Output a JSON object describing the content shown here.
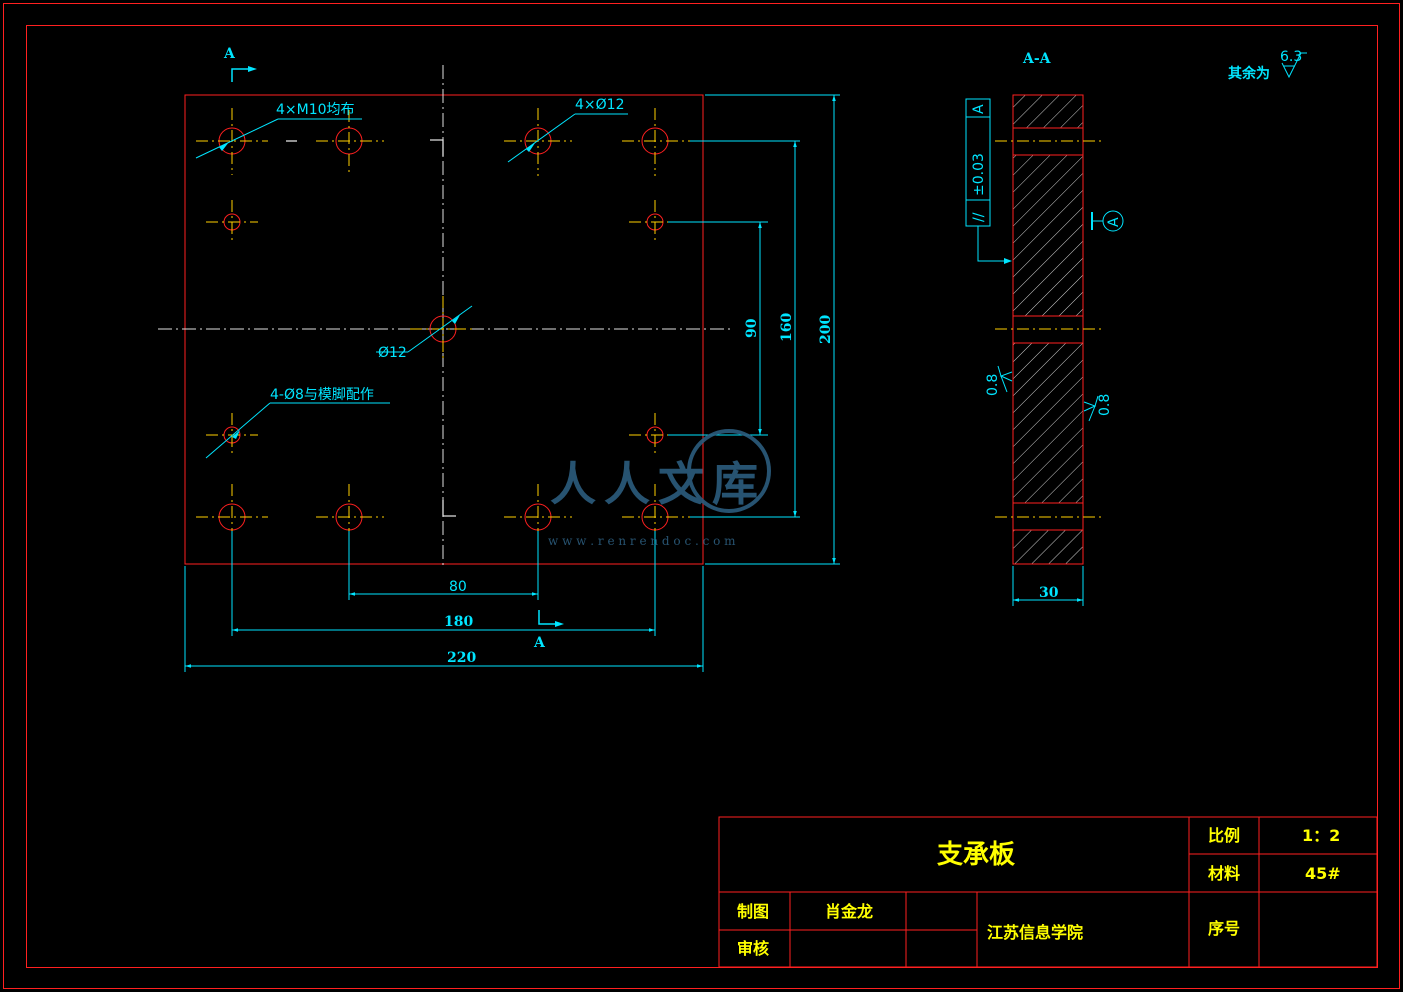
{
  "plan_view": {
    "section_mark_top": "A",
    "section_mark_bottom": "A",
    "note_m10": "4×M10均布",
    "note_d12_group": "4×Ø12",
    "note_d12_center": "Ø12",
    "note_d8": "4-Ø8与模脚配作",
    "dim_80": "80",
    "dim_180": "180",
    "dim_220": "220",
    "dim_90": "90",
    "dim_160": "160",
    "dim_200": "200"
  },
  "section_view": {
    "title": "A-A",
    "datum_label": "A",
    "tolerance_symbol": "//",
    "tolerance_value": "±0.03",
    "tolerance_datum": "A",
    "datum_symbol": "A",
    "roughness_left": "0.8",
    "roughness_right": "0.8",
    "dim_30": "30"
  },
  "roughness_note": {
    "label": "其余为",
    "value": "6.3"
  },
  "watermark": {
    "brand": "人人文库",
    "url": "w w w . r e n r e n d o c . c o m"
  },
  "title_block": {
    "part_name": "支承板",
    "scale_label": "比例",
    "scale_value": "1：2",
    "material_label": "材料",
    "material_value": "45#",
    "drawn_label": "制图",
    "drawn_by": "肖金龙",
    "checked_label": "审核",
    "checked_by": "",
    "school": "江苏信息学院",
    "serial_label": "序号",
    "serial_value": ""
  },
  "colors": {
    "background": "#000000",
    "frame": "#ff2020",
    "dimension": "#00e5ff",
    "title_text": "#ffff00",
    "centerline": "#e0e0e0"
  }
}
